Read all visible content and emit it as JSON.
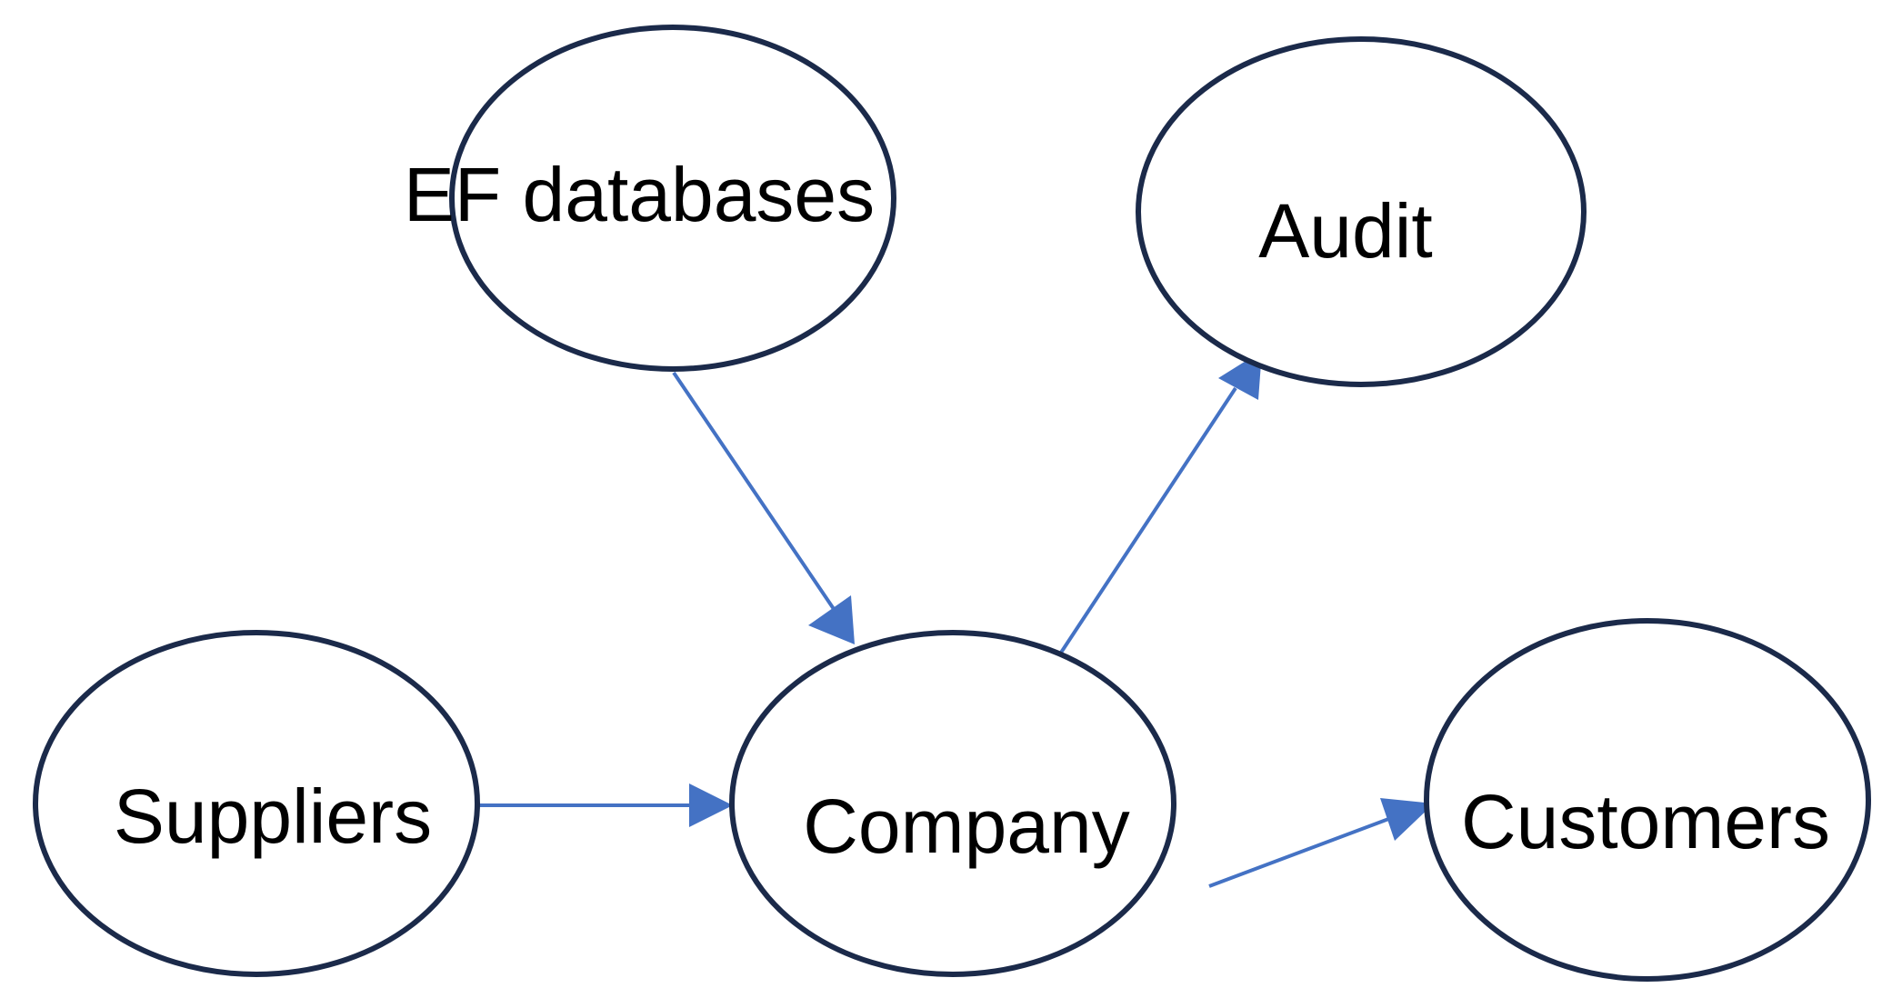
{
  "diagram": {
    "nodes": [
      {
        "id": "ef-databases",
        "label": "EF databases"
      },
      {
        "id": "audit",
        "label": "Audit"
      },
      {
        "id": "suppliers",
        "label": "Suppliers"
      },
      {
        "id": "company",
        "label": "Company"
      },
      {
        "id": "customers",
        "label": "Customers"
      }
    ],
    "edges": [
      {
        "from": "ef-databases",
        "to": "company"
      },
      {
        "from": "suppliers",
        "to": "company"
      },
      {
        "from": "company",
        "to": "audit"
      },
      {
        "from": "company",
        "to": "customers"
      }
    ],
    "colors": {
      "node_outline": "#1b2a4a",
      "edge": "#4472c4",
      "text": "#000000",
      "background": "#ffffff"
    }
  }
}
